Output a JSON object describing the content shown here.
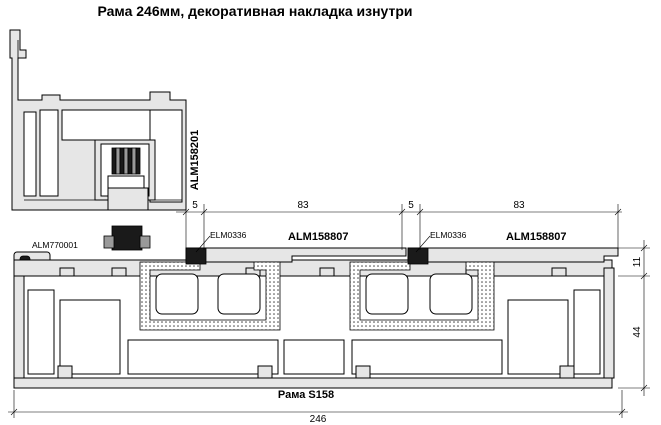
{
  "title": "Рама 246мм, декоративная накладка изнутри",
  "labels": {
    "vertical_profile": "ALM158201",
    "left_profile": "ALM770001",
    "cover_1": "ALM158807",
    "cover_2": "ALM158807",
    "insert_1": "ELM0336",
    "insert_2": "ELM0336",
    "frame": "Рама S158"
  },
  "dimensions": {
    "gap_1": "5",
    "width_1": "83",
    "gap_2": "5",
    "width_2": "83",
    "height_small": "11",
    "height_large": "44",
    "total_width": "246"
  },
  "colors": {
    "line": "#000000",
    "profile_fill": "#e6e6e6",
    "gasket": "#1a1a1a",
    "background": "#ffffff"
  }
}
